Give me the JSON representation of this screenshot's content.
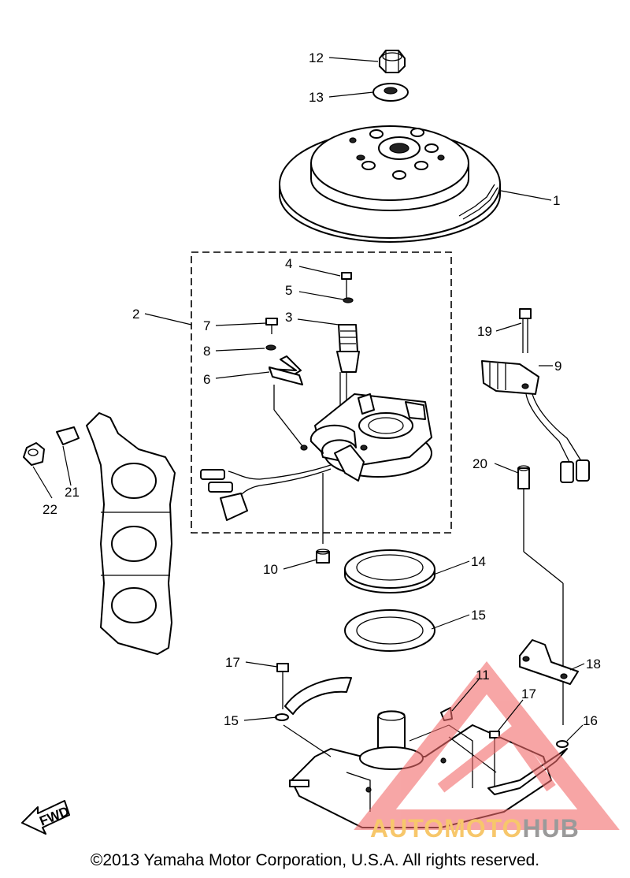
{
  "diagram": {
    "callouts": [
      "1",
      "2",
      "3",
      "4",
      "5",
      "6",
      "7",
      "8",
      "9",
      "10",
      "11",
      "12",
      "13",
      "14",
      "15",
      "15",
      "16",
      "17",
      "17",
      "18",
      "19",
      "20",
      "21",
      "22"
    ],
    "fwd_label": "FWD"
  },
  "watermark": {
    "part1": "AUTOMOTO",
    "part2": "HUB",
    "color_primary": "#f26b6b",
    "color_text": "#f7c76b",
    "color_hub": "#9a9a9a"
  },
  "copyright": "©2013 Yamaha Motor Corporation, U.S.A. All rights reserved."
}
